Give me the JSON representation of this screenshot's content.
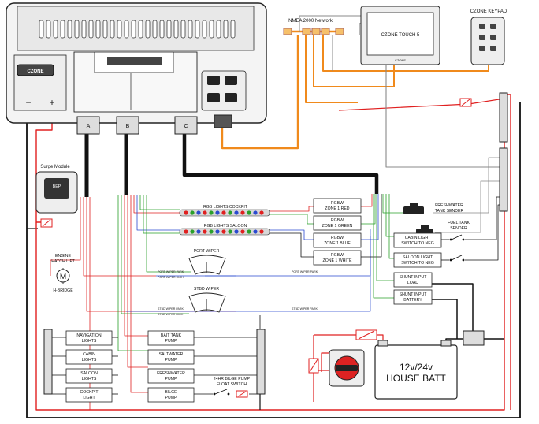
{
  "network": {
    "label": "NMEA 2000 Network"
  },
  "touch": {
    "label": "CZONE TOUCH 5",
    "brand": "CZONE"
  },
  "keypad": {
    "label": "CZONE KEYPAD"
  },
  "controller": {
    "logo": "CZONE",
    "terminal_minus": "−",
    "terminal_plus": "+",
    "conn_a": "A",
    "conn_b": "B",
    "conn_c": "C"
  },
  "surge": {
    "label": "Surge Module",
    "brand": "BEP"
  },
  "motor": {
    "label_line1": "ENGINE",
    "label_line2": "HATCH LIFT",
    "hbridge": "H-BRIDGE",
    "symbol": "M"
  },
  "rgb": {
    "cockpit": "RGB LIGHTS COCKPIT",
    "saloon": "RGB LIGHTS SALOON"
  },
  "zones": [
    {
      "line1": "RGBW",
      "line2": "ZONE 1 RED"
    },
    {
      "line1": "RGBW",
      "line2": "ZONE 1 GREEN"
    },
    {
      "line1": "RGBW",
      "line2": "ZONE 1 BLUE"
    },
    {
      "line1": "RGBW",
      "line2": "ZONE 1 WHITE"
    }
  ],
  "sensors": {
    "freshwater_line1": "FRESHWATER",
    "freshwater_line2": "TANK SENDER",
    "fuel_line1": "FUEL TANK",
    "fuel_line2": "SENDER"
  },
  "switches": [
    {
      "line1": "CABIN LIGHT",
      "line2": "SWITCH TO NEG"
    },
    {
      "line1": "SALOON LIGHT",
      "line2": "SWITCH TO NEG"
    }
  ],
  "shunts": [
    {
      "line1": "SHUNT INPUT",
      "line2": "LOAD"
    },
    {
      "line1": "SHUNT INPUT",
      "line2": "BATTERY"
    }
  ],
  "wipers": {
    "port": "PORT WIPER",
    "stbd": "STBD WIPER",
    "port_park": "PORT WIPER PARK",
    "port_high": "PORT WIPER HIGH",
    "stbd_park": "STBD WIPER PARK",
    "stbd_high": "STBD WIPER HIGH"
  },
  "lights": [
    {
      "line1": "NAVIGATION",
      "line2": "LIGHTS"
    },
    {
      "line1": "CABIN",
      "line2": "LIGHTS"
    },
    {
      "line1": "SALOON",
      "line2": "LIGHTS"
    },
    {
      "line1": "COCKPIT",
      "line2": "LIGHT"
    }
  ],
  "pumps": [
    {
      "line1": "BAIT TANK",
      "line2": "PUMP"
    },
    {
      "line1": "SALTWATER",
      "line2": "PUMP"
    },
    {
      "line1": "FRESHWATER",
      "line2": "PUMP"
    },
    {
      "line1": "BILGE",
      "line2": "PUMP"
    }
  ],
  "bilge_switch": {
    "line1": "24HR BILGE PUMP",
    "line2": "FLOAT SWITCH"
  },
  "battery": {
    "line1": "12v/24v",
    "line2": "HOUSE BATT"
  },
  "colors": {
    "pos": "#e02020",
    "neg": "#111111",
    "nmea": "#f08a1c",
    "gray": "#888888",
    "green": "#2aa02a",
    "blue": "#2a4ad0",
    "red": "#e02020"
  }
}
